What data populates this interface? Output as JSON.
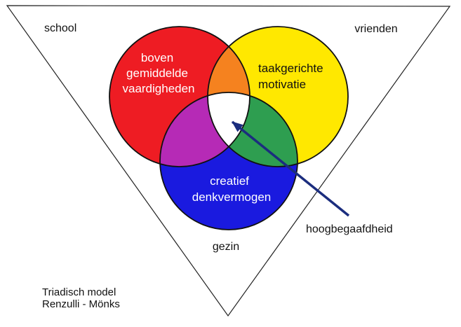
{
  "diagram": {
    "corner_labels": {
      "top_left": "school",
      "top_right": "vrienden",
      "bottom": "gezin"
    },
    "circles": {
      "red": {
        "label_lines": [
          "boven",
          "gemiddelde",
          "vaardigheden"
        ],
        "fill": "#EE1C23",
        "text_color": "#FFFFFF"
      },
      "yellow": {
        "label_lines": [
          "taakgerichte",
          "motivatie"
        ],
        "fill": "#FFE800",
        "text_color": "#111111"
      },
      "blue": {
        "label_lines": [
          "creatief",
          "denkvermogen"
        ],
        "fill": "#1A1ADF",
        "text_color": "#FFFFFF"
      }
    },
    "overlap_colors": {
      "red_yellow": "#F5821F",
      "red_blue": "#B62AB6",
      "yellow_blue": "#2E9E50",
      "center": "#FFFFFF"
    },
    "outline_color": "#111111",
    "triangle_stroke": "#222222",
    "annotation": {
      "label": "hoogbegaafdheid",
      "arrow_color": "#1B2D7E"
    },
    "caption": {
      "lines": [
        "Triadisch model",
        "Renzulli - Mönks"
      ]
    }
  }
}
